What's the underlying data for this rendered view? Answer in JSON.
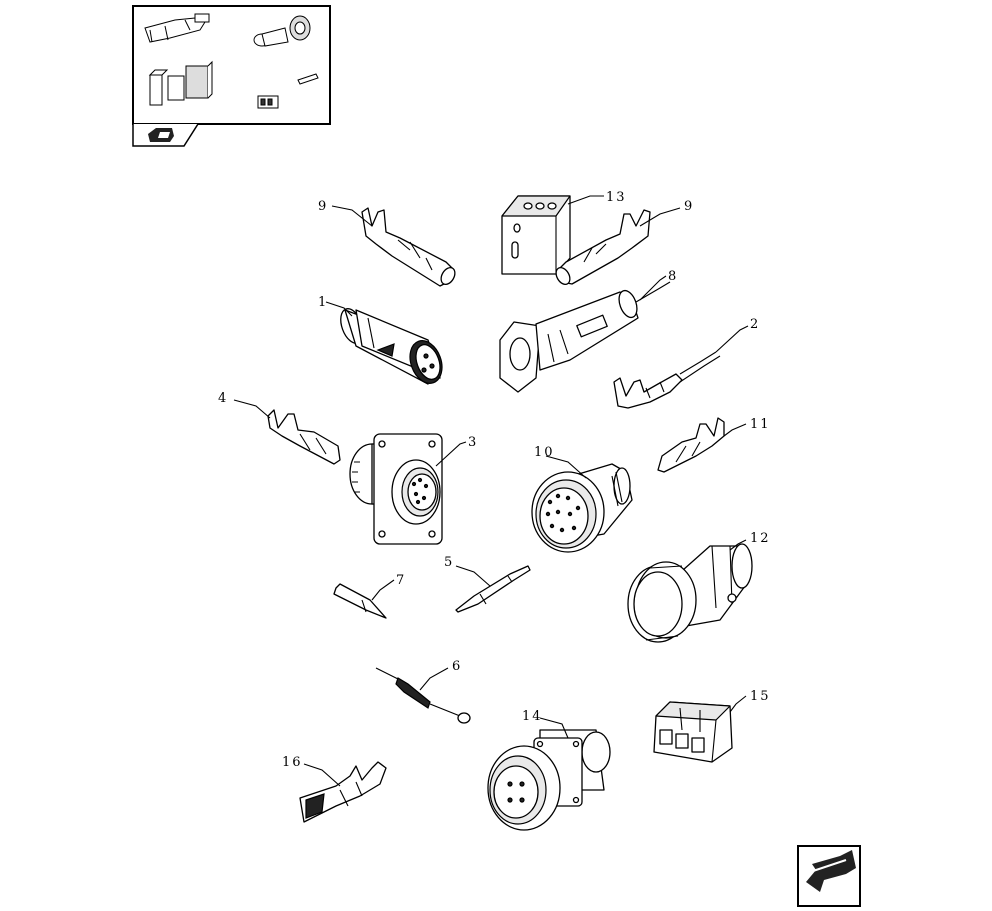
{
  "callouts": {
    "c1": "1",
    "c2": "2",
    "c3": "3",
    "c4": "4",
    "c5": "5",
    "c6": "6",
    "c7": "7",
    "c8": "8",
    "c9a": "9",
    "c9b": "9",
    "c10": "10",
    "c11": "11",
    "c12": "12",
    "c13": "13",
    "c14": "14",
    "c15": "15",
    "c16": "16"
  },
  "icons": {
    "thumbnail": "parts-overview-thumbnail",
    "thumbnail_tab": "book-icon",
    "nav": "arrow-back-icon"
  }
}
